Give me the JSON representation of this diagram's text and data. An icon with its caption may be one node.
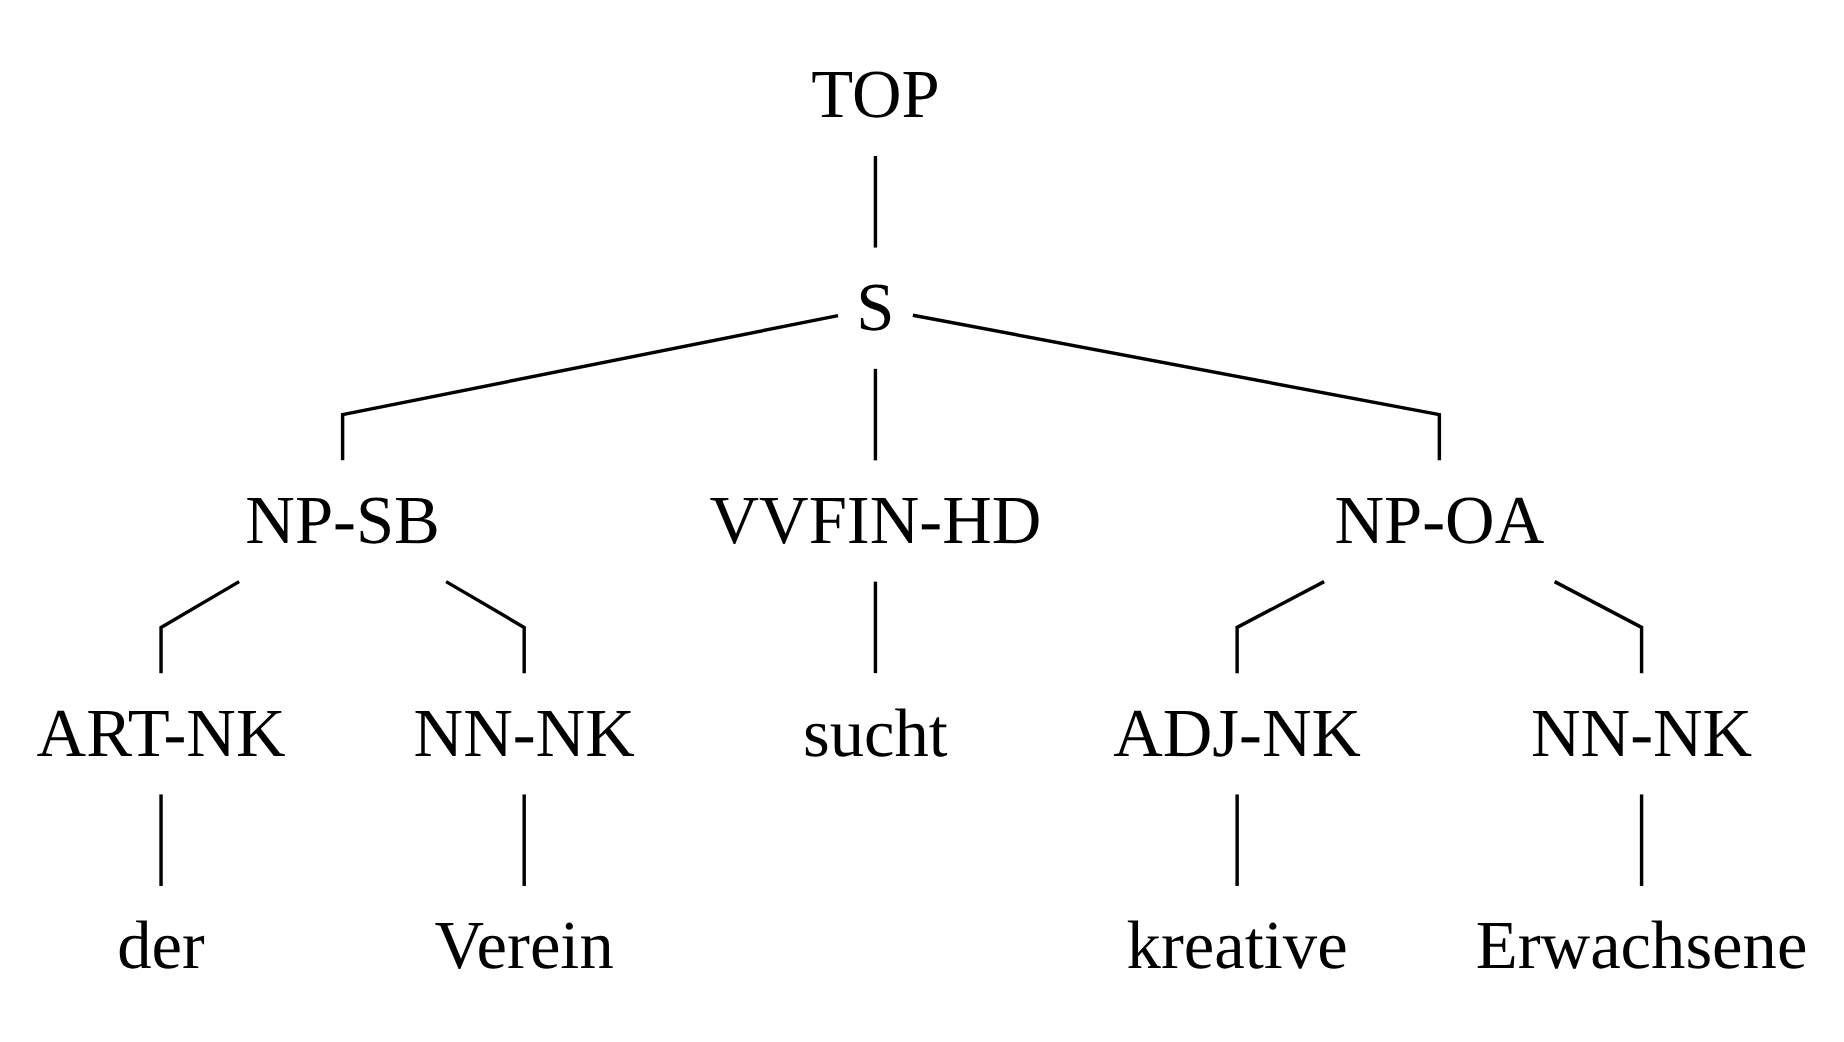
{
  "diagram": {
    "nodes": [
      {
        "text": [
          "TOP"
        ]
      },
      {
        "text": [
          "S"
        ]
      },
      {
        "text": [
          "NP-SB"
        ]
      },
      {
        "text": [
          "VVFIN-HD"
        ]
      },
      {
        "text": [
          "NP-OA"
        ]
      },
      {
        "text": [
          "ART-NK"
        ]
      },
      {
        "text": [
          "NN-NK"
        ]
      },
      {
        "text": [
          "sucht"
        ]
      },
      {
        "text": [
          "ADJ-NK"
        ]
      },
      {
        "text": [
          "NN-NK"
        ]
      },
      {
        "text": [
          "der"
        ]
      },
      {
        "text": [
          "Verein"
        ]
      },
      {
        "text": [
          "kreative"
        ]
      },
      {
        "text": [
          "Erwachsene"
        ]
      }
    ],
    "edges": [
      {
        "from": 0,
        "to": 1,
        "arrow": "none"
      },
      {
        "from": 1,
        "to": 2,
        "arrow": "none"
      },
      {
        "from": 1,
        "to": 3,
        "arrow": "none"
      },
      {
        "from": 1,
        "to": 4,
        "arrow": "none"
      },
      {
        "from": 2,
        "to": 5,
        "arrow": "none"
      },
      {
        "from": 2,
        "to": 6,
        "arrow": "none"
      },
      {
        "from": 3,
        "to": 7,
        "arrow": "none"
      },
      {
        "from": 4,
        "to": 8,
        "arrow": "none"
      },
      {
        "from": 4,
        "to": 9,
        "arrow": "none"
      },
      {
        "from": 5,
        "to": 10,
        "arrow": "none"
      },
      {
        "from": 6,
        "to": 11,
        "arrow": "none"
      },
      {
        "from": 8,
        "to": 12,
        "arrow": "none"
      },
      {
        "from": 9,
        "to": 13,
        "arrow": "none"
      }
    ]
  }
}
